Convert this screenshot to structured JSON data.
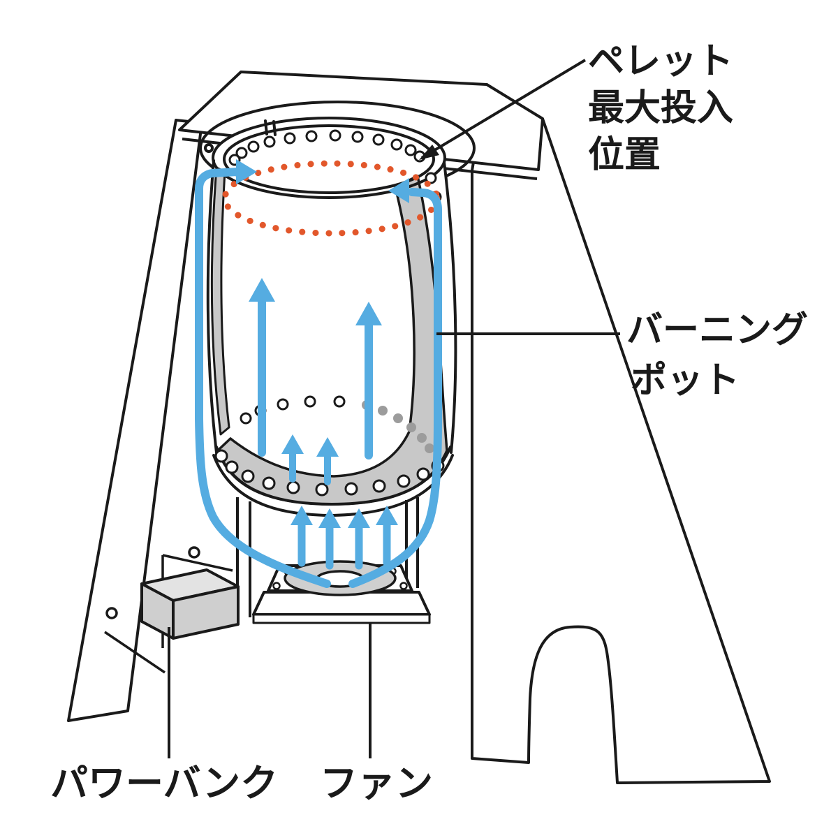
{
  "colors": {
    "background": "#FFFFFF",
    "outline": "#1A1A1A",
    "airflow_blue": "#55ACE1",
    "pellet_ring_orange": "#E2572B",
    "pot_shade_gray": "#C8C8C8",
    "hole_dot_gray": "#9C9C9C",
    "metal_light": "#E3E3E3",
    "metal_mid": "#CFCFCF"
  },
  "labels": {
    "pellet_max_position": {
      "lines": [
        "ペレット",
        "最大投入",
        "位置"
      ]
    },
    "burning_pot": {
      "lines": [
        "バーニング",
        "ポット"
      ]
    },
    "power_bank": {
      "text": "パワーバンク"
    },
    "fan": {
      "text": "ファン"
    }
  }
}
